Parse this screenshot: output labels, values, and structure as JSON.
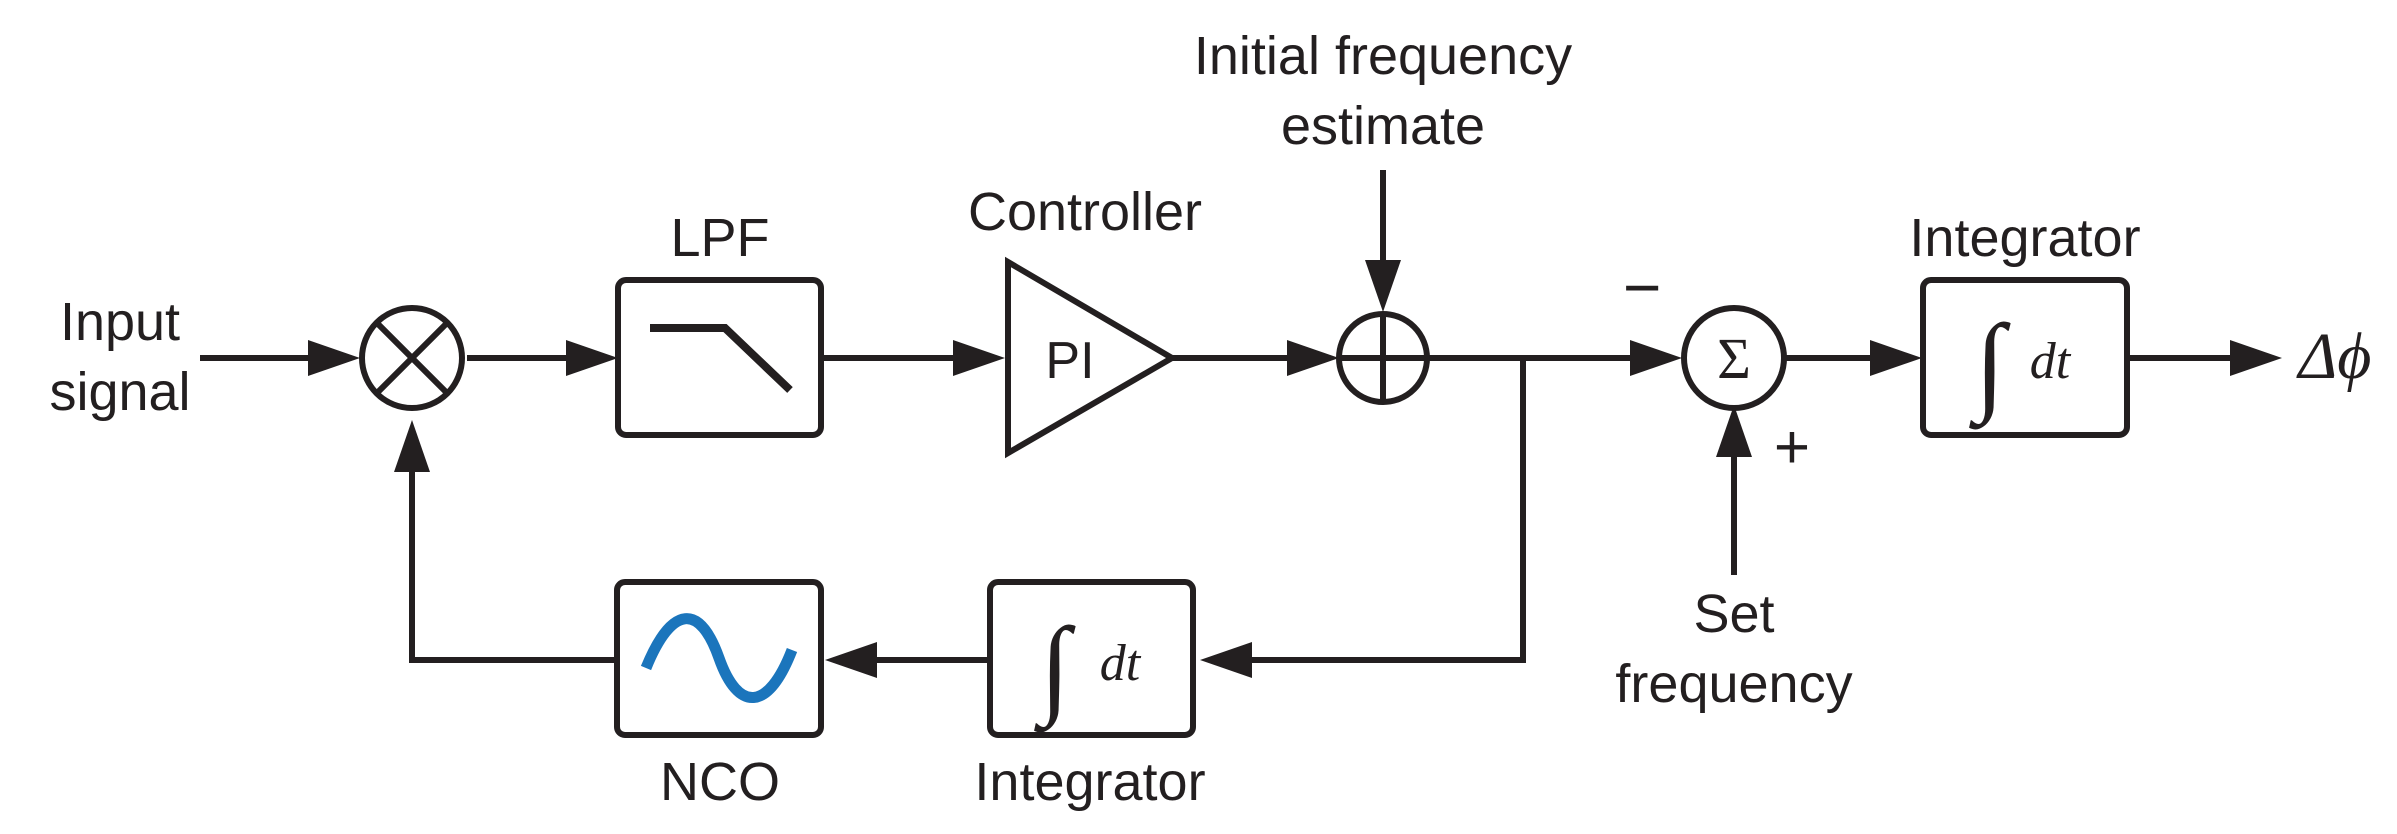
{
  "labels": {
    "input_line1": "Input",
    "input_line2": "signal",
    "lpf": "LPF",
    "controller": "Controller",
    "pi": "PI",
    "initial_line1": "Initial frequency",
    "initial_line2": "estimate",
    "integrator_top": "Integrator",
    "integrator_bottom": "Integrator",
    "nco": "NCO",
    "set_line1": "Set",
    "set_line2": "frequency",
    "minus": "−",
    "plus": "+",
    "sigma": "Σ",
    "integral_sign": "∫",
    "dt": "dt",
    "output": "Δϕ"
  },
  "colors": {
    "line": "#231f20",
    "nco_wave": "#1b75bc"
  }
}
